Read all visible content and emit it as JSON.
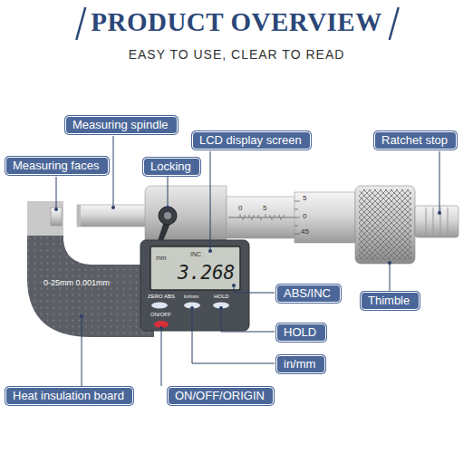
{
  "diagram": {
    "title": "PRODUCT OVERVIEW",
    "nodes": [
      {
        "text": [
          "Measuring spindle"
        ]
      },
      {
        "text": [
          "Measuring faces"
        ]
      },
      {
        "text": [
          "LCD display screen"
        ]
      },
      {
        "text": [
          "Locking"
        ]
      },
      {
        "text": [
          "Ratchet stop"
        ]
      },
      {
        "text": [
          "ABS/INC"
        ]
      },
      {
        "text": [
          "Thimble"
        ]
      },
      {
        "text": [
          "HOLD"
        ]
      },
      {
        "text": [
          "in/mm"
        ]
      },
      {
        "text": [
          "Heat insulation board"
        ]
      },
      {
        "text": [
          "ON/OFF/ORIGIN"
        ]
      }
    ],
    "labels": [
      "EASY TO USE, CLEAR TO READ",
      "0-25mm 0.001mm",
      "mm",
      "INC",
      "3.268",
      "ZERO ABS",
      "in/mm",
      "HOLD",
      "ON/OFF",
      "0",
      "5",
      "5",
      "0",
      "45"
    ]
  }
}
